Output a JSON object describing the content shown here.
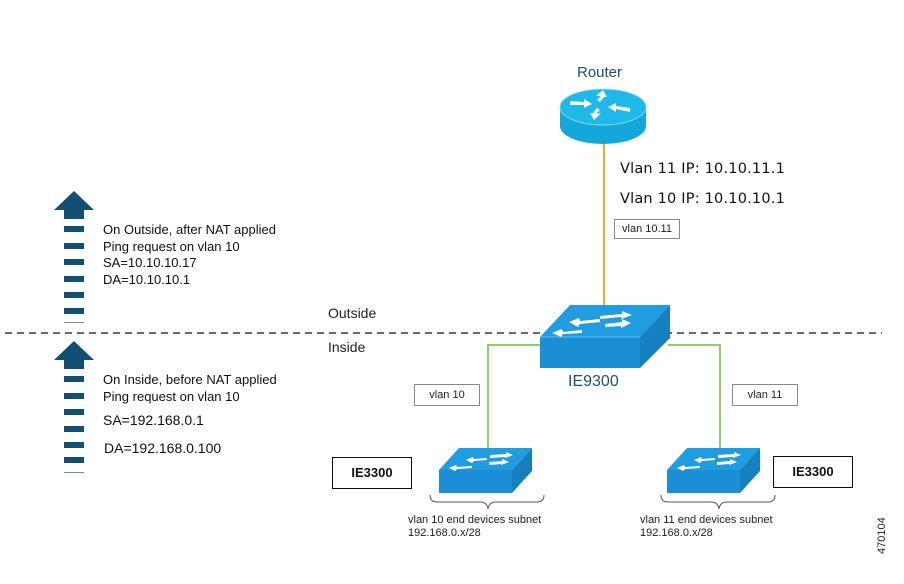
{
  "colors": {
    "device_blue": "#1a8fd6",
    "device_top": "#1f9fe0",
    "router_cyan": "#1ab3e6",
    "arrow_navy": "#134f72",
    "uplink_orange": "#f0a830",
    "access_green": "#8fce6a",
    "boundary_dash": "#2c3e50"
  },
  "zones": {
    "outside_label": "Outside",
    "inside_label": "Inside"
  },
  "router": {
    "label": "Router",
    "vlan11_ip": "Vlan 11 IP: 10.10.11.1",
    "vlan10_ip": "Vlan 10 IP: 10.10.10.1",
    "uplink_tag": "vlan 10.11"
  },
  "core_switch": {
    "label": "IE9300"
  },
  "access_switches": [
    {
      "model": "IE3300",
      "vlan_tag": "vlan 10",
      "subnet_lines": [
        "vlan 10 end devices subnet",
        "192.168.0.x/28"
      ]
    },
    {
      "model": "IE3300",
      "vlan_tag": "vlan 11",
      "subnet_lines": [
        "vlan 11 end devices subnet",
        "192.168.0.x/28"
      ]
    }
  ],
  "notes": {
    "outside": {
      "lines": [
        "On Outside, after NAT applied",
        "Ping request on vlan 10",
        "SA=10.10.10.17",
        "DA=10.10.10.1"
      ]
    },
    "inside": {
      "lines": [
        "On Inside, before NAT applied",
        "Ping request on vlan 10",
        "SA=192.168.0.1",
        "DA=192.168.0.100"
      ]
    }
  },
  "figure_number": "470104"
}
